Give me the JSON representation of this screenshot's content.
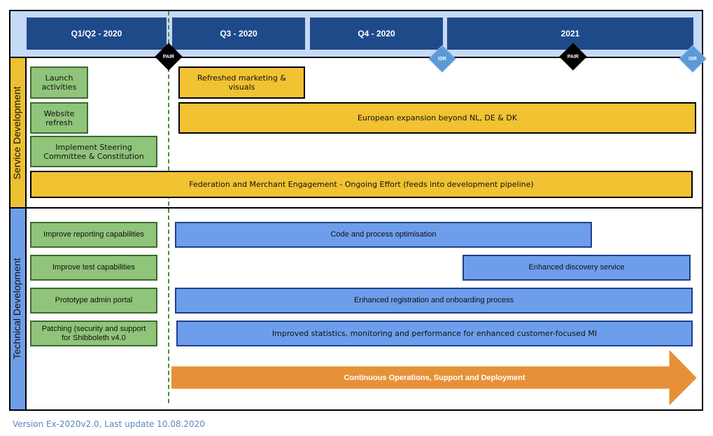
{
  "periods": [
    "Q1/Q2 - 2020",
    "Q3 - 2020",
    "Q4 - 2020",
    "2021"
  ],
  "milestones": {
    "pair": "PAIR",
    "isr": "ISR"
  },
  "lanes": {
    "service": "Service Development",
    "technical": "Technical Development"
  },
  "service_items": {
    "launch": "Launch activities",
    "website": "Website refresh",
    "steering": "Implement Steering Committee & Constitution",
    "marketing": "Refreshed marketing & visuals",
    "expansion": "European expansion beyond NL, DE & DK",
    "federation": "Federation and Merchant Engagement - Ongoing Effort (feeds into development pipeline)"
  },
  "technical_items": {
    "reporting": "Improve reporting capabilities",
    "test": "Improve test capabilities",
    "admin": "Prototype admin portal",
    "patching": "Patching (security and support for Shibboleth v4.0",
    "code": "Code and process optimisation",
    "discovery": "Enhanced discovery service",
    "registration": "Enhanced registration and onboarding process",
    "statistics": "Improved statistics, monitoring and performance for enhanced customer-focused MI",
    "operations": "Continuous Operations, Support and Deployment"
  },
  "footer": "Version Ex-2020v2.0, Last update 10.08.2020",
  "colors": {
    "header_bg": "#c6d9f5",
    "period_fill": "#1f4a8a",
    "green": "#90c47a",
    "yellow": "#f1c232",
    "blue": "#6d9eeb",
    "orange": "#e69138",
    "milestone_black": "#000000",
    "milestone_blue": "#5b9bd5"
  }
}
